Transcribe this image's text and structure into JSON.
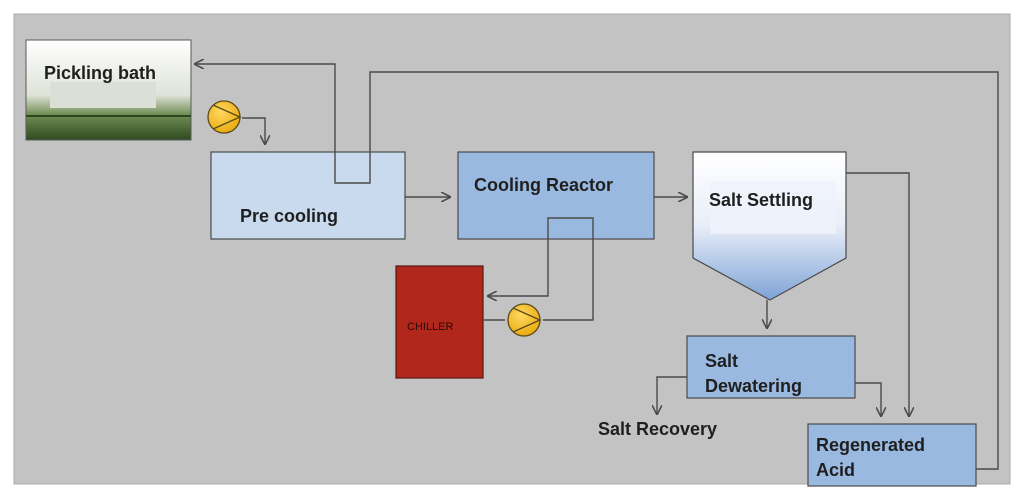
{
  "nodes": {
    "pickling_bath": "Pickling bath",
    "pre_cooling": "Pre cooling",
    "cooling_reactor": "Cooling Reactor",
    "salt_settling": "Salt Settling",
    "chiller": "CHILLER",
    "salt_dewatering_line1": "Salt",
    "salt_dewatering_line2": "Dewatering",
    "regenerated_acid_line1": "Regenerated",
    "regenerated_acid_line2": "Acid",
    "salt_recovery": "Salt Recovery"
  },
  "colors": {
    "background": "#c3c3c3",
    "box_light": "#c9daee",
    "box_mid": "#9ab9e0",
    "chiller": "#b1271c",
    "pump": "#f3b81c",
    "line": "#4a4a4a",
    "bath_liquid": "#3e5b2a"
  }
}
